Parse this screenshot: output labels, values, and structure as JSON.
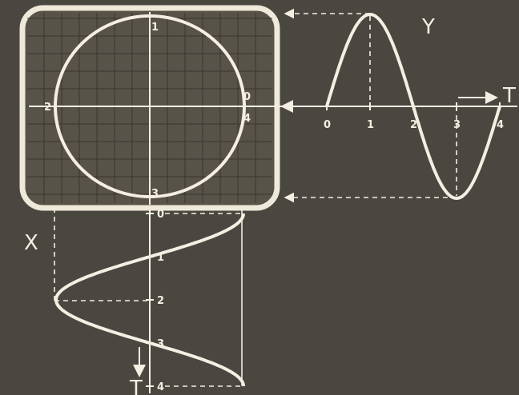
{
  "colors": {
    "background": "#4a4640",
    "screen": "#585349",
    "screen_frame": "#efe9da",
    "grid": "#3a3630",
    "curve": "#f4efe2"
  },
  "screen": {
    "labels": {
      "top": "1",
      "left": "2",
      "bottom": "3",
      "right_upper": "0",
      "right_lower": "4"
    }
  },
  "y_graph": {
    "axis_label": "Y",
    "time_label": "T",
    "ticks": [
      "0",
      "1",
      "2",
      "3",
      "4"
    ]
  },
  "x_graph": {
    "axis_label": "X",
    "time_label": "T",
    "ticks": [
      "0",
      "1",
      "2",
      "3",
      "4"
    ]
  },
  "icons": {
    "time_arrow_right": "arrow-right-icon",
    "time_arrow_down": "arrow-down-icon"
  }
}
